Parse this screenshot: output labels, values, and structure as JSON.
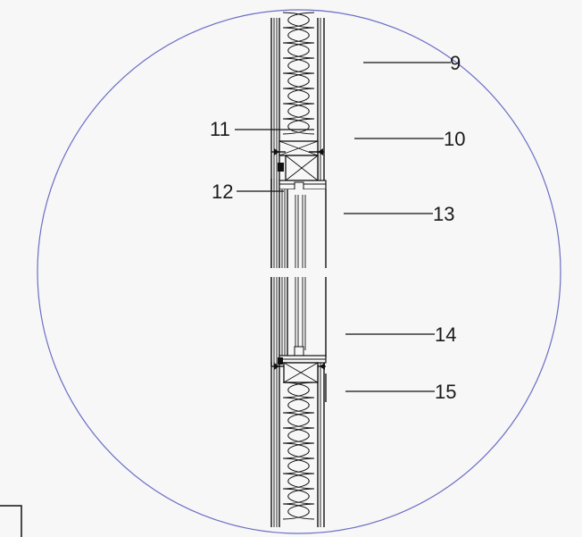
{
  "callouts": [
    {
      "id": "9",
      "text": "9"
    },
    {
      "id": "10",
      "text": "10"
    },
    {
      "id": "11",
      "text": "11"
    },
    {
      "id": "12",
      "text": "12"
    },
    {
      "id": "13",
      "text": "13"
    },
    {
      "id": "14",
      "text": "14"
    },
    {
      "id": "15",
      "text": "15"
    }
  ],
  "colors": {
    "background": "#f7f7f7",
    "detail_circle": "#6b6fc4",
    "linework": "#111111"
  }
}
